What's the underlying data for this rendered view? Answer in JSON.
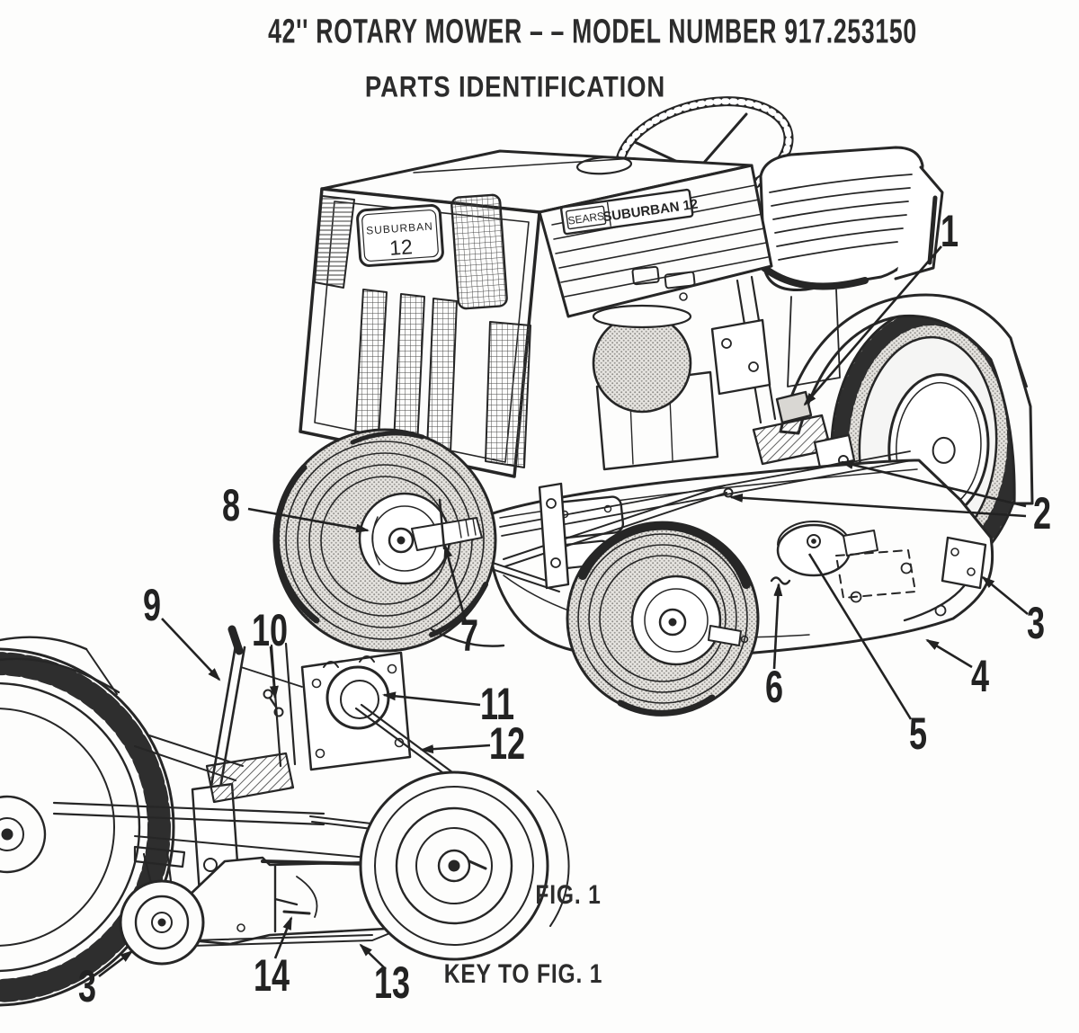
{
  "header": {
    "title": "42'' ROTARY MOWER – – MODEL NUMBER 917.253150",
    "subtitle": "PARTS IDENTIFICATION"
  },
  "figure": {
    "fig_caption": "FIG. 1",
    "key_caption": "KEY TO FIG. 1"
  },
  "badges": {
    "front_line1": "SUBURBAN",
    "front_line2": "12",
    "side_brand": "SEARS",
    "side_model": "SUBURBAN 12"
  },
  "callouts": {
    "main": [
      {
        "num": "1"
      },
      {
        "num": "2"
      },
      {
        "num": "3"
      },
      {
        "num": "4"
      },
      {
        "num": "5"
      },
      {
        "num": "6"
      },
      {
        "num": "7"
      },
      {
        "num": "8"
      }
    ],
    "detail": [
      {
        "num": "9"
      },
      {
        "num": "10"
      },
      {
        "num": "11"
      },
      {
        "num": "12"
      },
      {
        "num": "13"
      },
      {
        "num": "14"
      },
      {
        "num": "3"
      }
    ]
  },
  "colors": {
    "ink": "#262626",
    "paper": "#fdfdfc"
  }
}
